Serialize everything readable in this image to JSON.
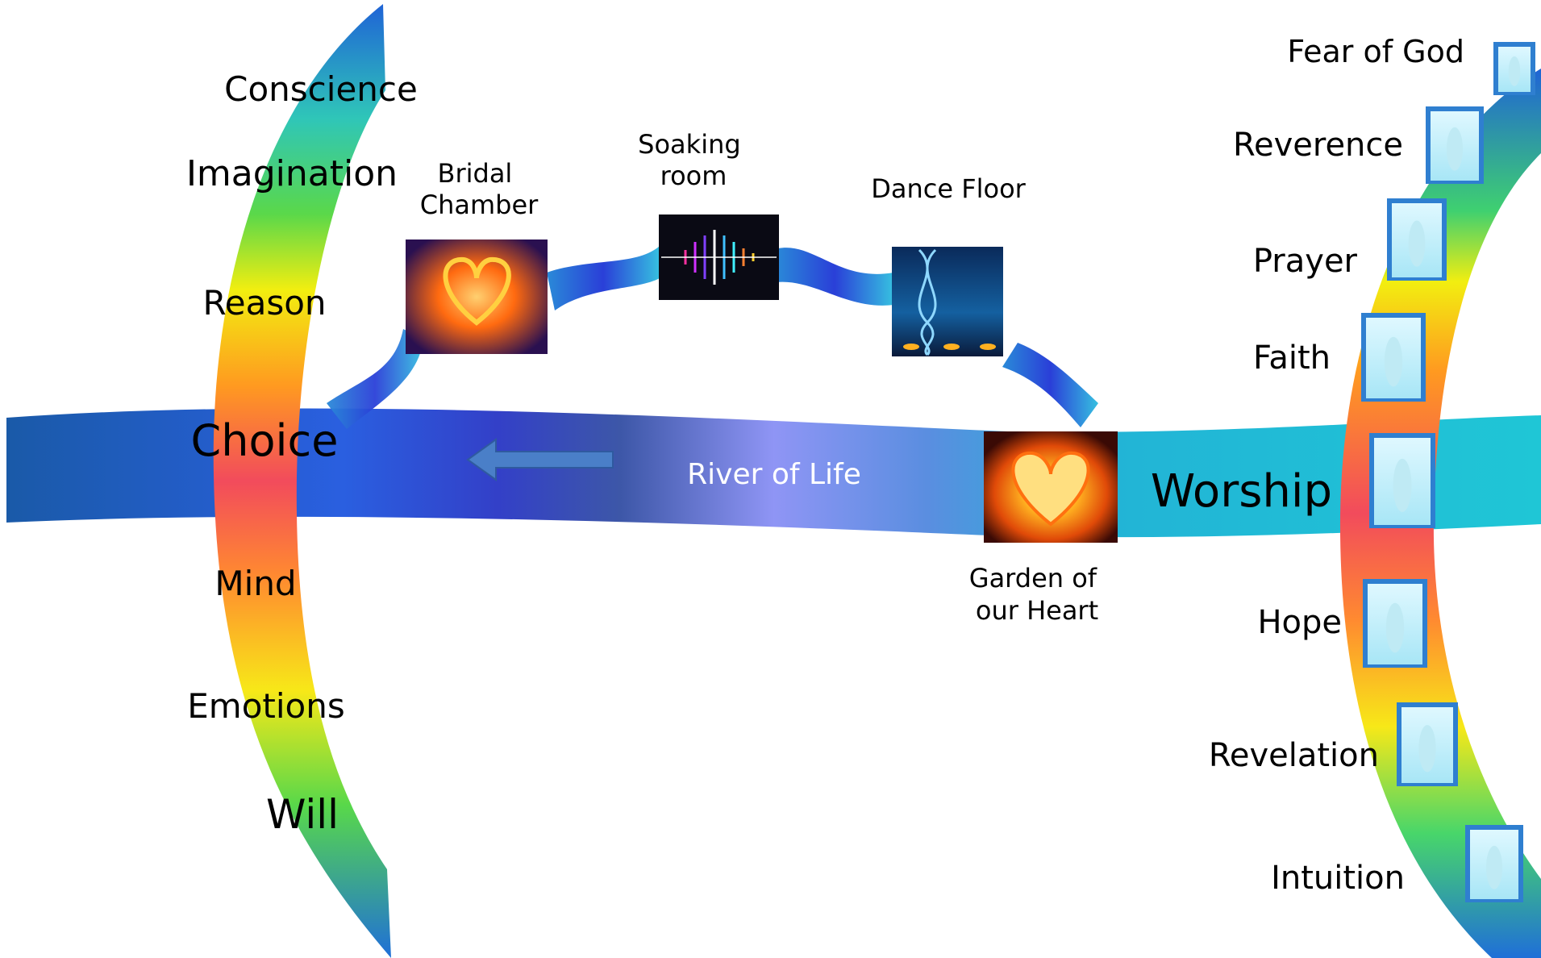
{
  "left_arc": {
    "items": [
      "Conscience",
      "Imagination",
      "Reason",
      "Choice",
      "Mind",
      "Emotions",
      "Will"
    ]
  },
  "right_arc": {
    "items": [
      "Fear of God",
      "Reverence",
      "Prayer",
      "Faith",
      "Worship",
      "Hope",
      "Revelation",
      "Intuition"
    ]
  },
  "river": {
    "label": "River of Life"
  },
  "nodes": {
    "bridal_chamber": "Bridal Chamber",
    "soaking_room": "Soaking room",
    "dance_floor": "Dance Floor",
    "garden": "Garden of our Heart"
  },
  "colors": {
    "river_dark": "#1a58b5",
    "river_mid": "#3a3fd0",
    "river_light": "#8f95f5",
    "river_teal": "#1fb8d0",
    "arc_red": "#f24b5c",
    "arc_yellow": "#f2f00f",
    "arc_green": "#4fd84a",
    "arc_blue": "#1f6fd8"
  }
}
